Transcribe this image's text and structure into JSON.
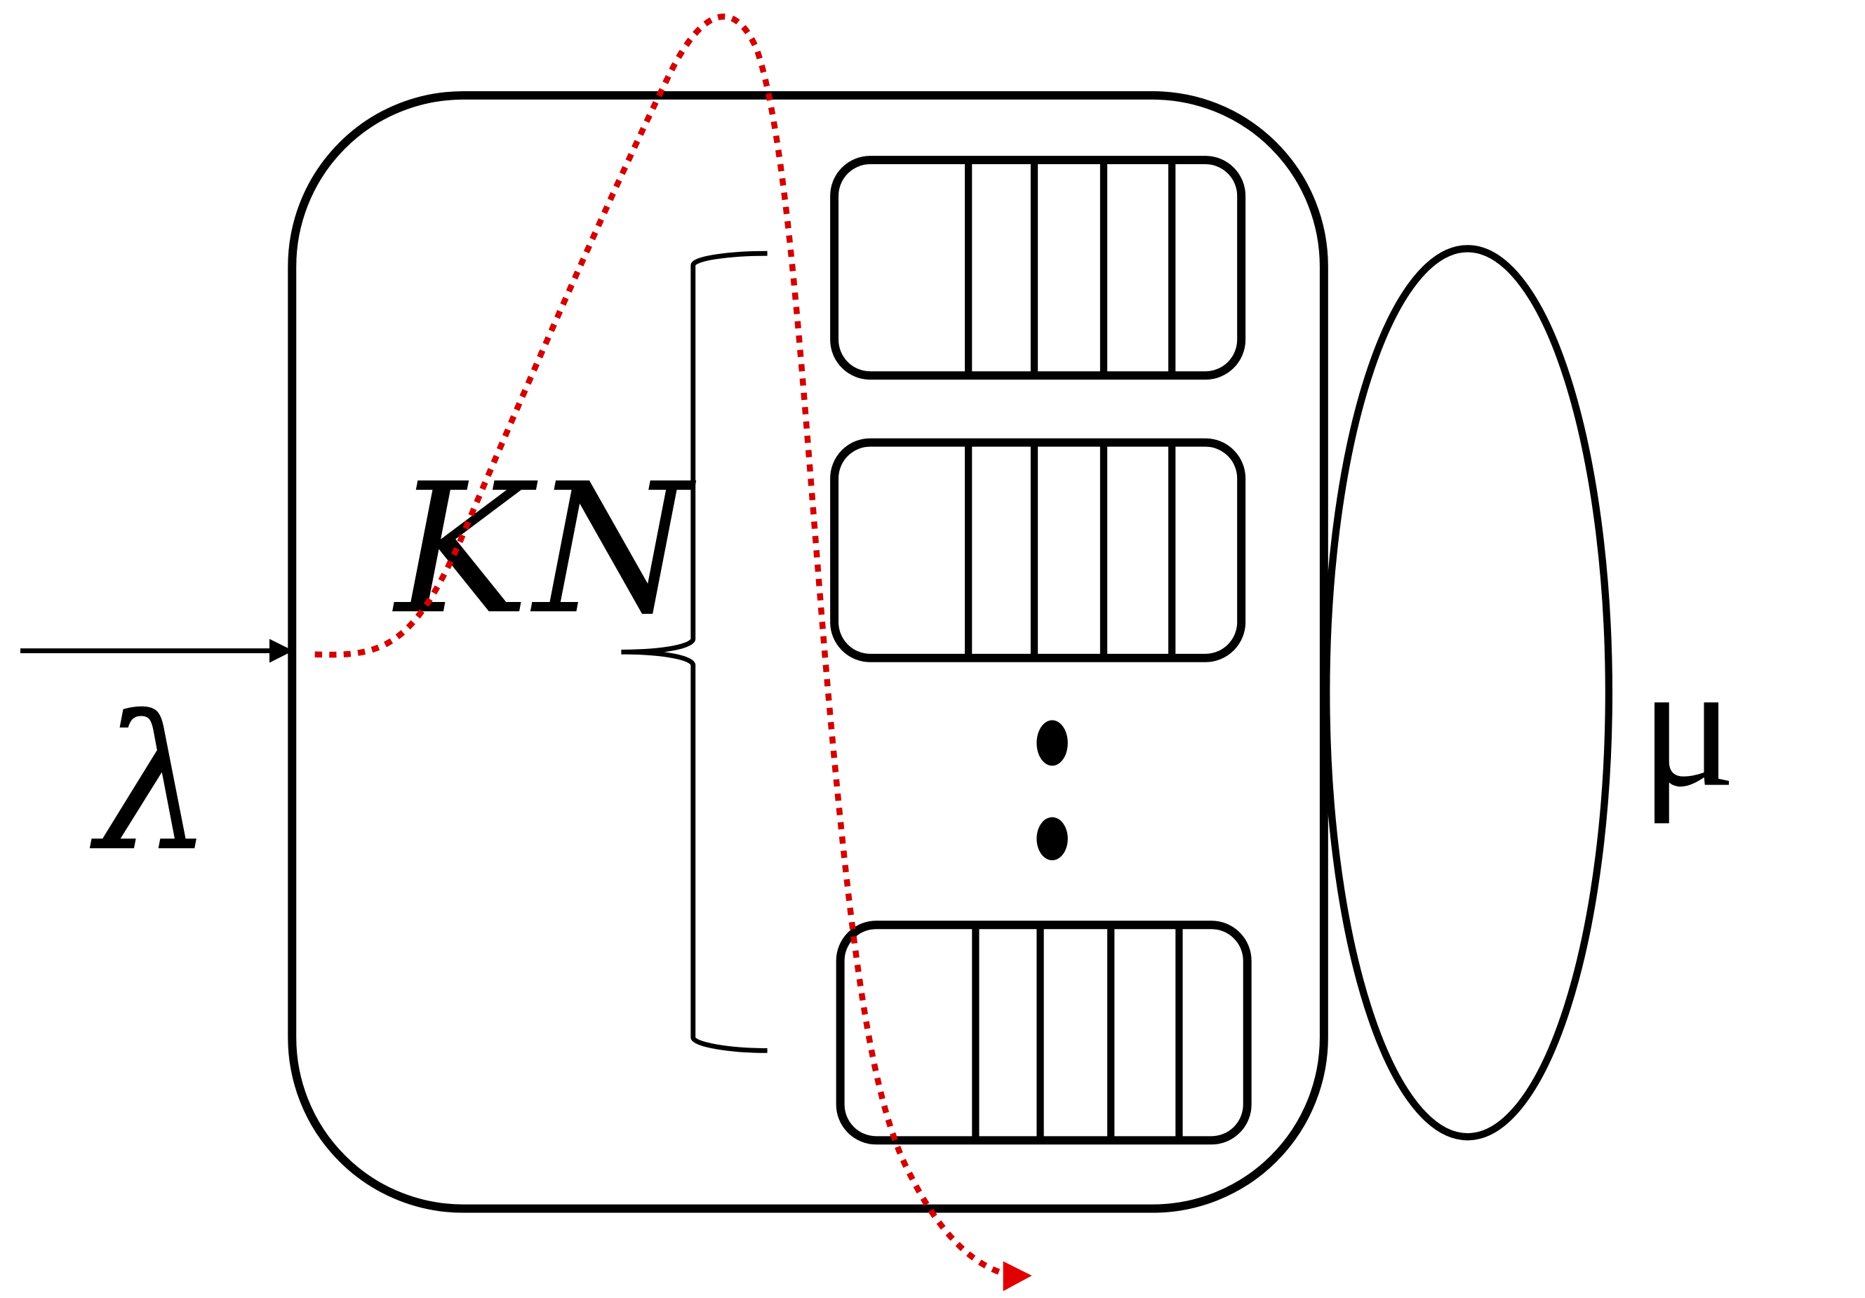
{
  "labels": {
    "arrival_rate": "λ",
    "service_rate": "μ",
    "capacity": "KN"
  },
  "colors": {
    "outline": "#000000",
    "path": "#d40000",
    "background": "#ffffff"
  },
  "queues": {
    "count_shown": 3,
    "slots_per_queue": 5,
    "ellipsis": "vertical-dots"
  }
}
